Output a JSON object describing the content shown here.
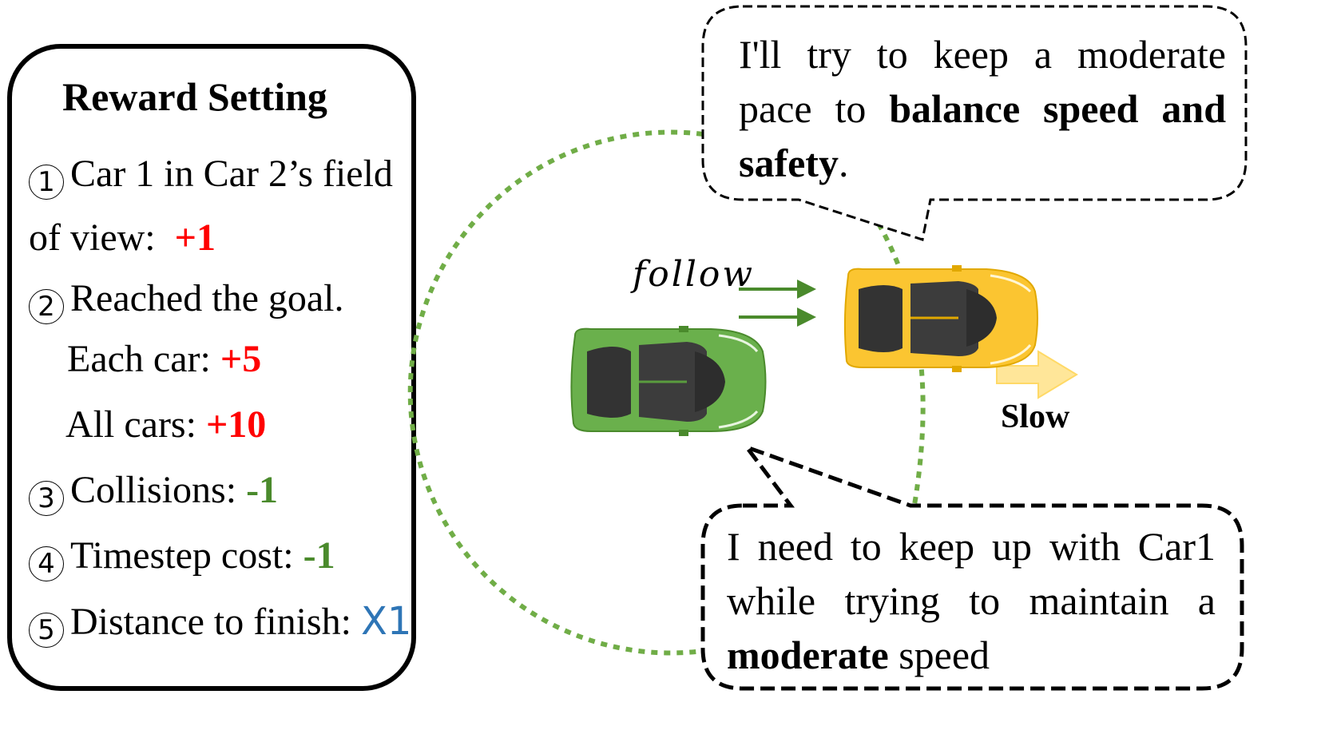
{
  "reward_panel": {
    "title": "Reward Setting",
    "items": [
      {
        "num": "1",
        "text": "Car 1 in Car 2’s field",
        "text2": "of view:",
        "value": "+1",
        "value_color": "#ff0000"
      },
      {
        "num": "2",
        "text": "Reached the goal."
      },
      {
        "text": "Each car:",
        "value": "+5",
        "value_color": "#ff0000"
      },
      {
        "text": "All cars:",
        "value": "+10",
        "value_color": "#ff0000"
      },
      {
        "num": "3",
        "text": "Collisions:",
        "value": "-1",
        "value_color": "#4a8a2c"
      },
      {
        "num": "4",
        "text": "Timestep cost:",
        "value": "-1",
        "value_color": "#4a8a2c"
      },
      {
        "num": "5",
        "text": "Distance to finish:",
        "value": "X1",
        "value_color": "#2e75b6"
      }
    ]
  },
  "bubble_top": {
    "line1": "I'll try to keep a moderate",
    "line2_pre": "pace to ",
    "line2_bold": "balance speed and",
    "line3_bold": "safety",
    "line3_post": "."
  },
  "bubble_bottom": {
    "line1": "I need to keep up with Car1",
    "line2": "while trying to maintain a",
    "line3_bold": "moderate",
    "line3_post": " speed"
  },
  "labels": {
    "follow": "follow",
    "slow": "Slow"
  },
  "icons": [
    "green-car-icon",
    "yellow-car-icon",
    "follow-arrows-icon",
    "slow-arrow-icon"
  ],
  "colors": {
    "green_car": "#6ab04c",
    "yellow_car": "#fbc531",
    "dotted_circle": "#70ad47",
    "arrow_green": "#4a8a2c",
    "slow_arrow": "#ffe699"
  }
}
